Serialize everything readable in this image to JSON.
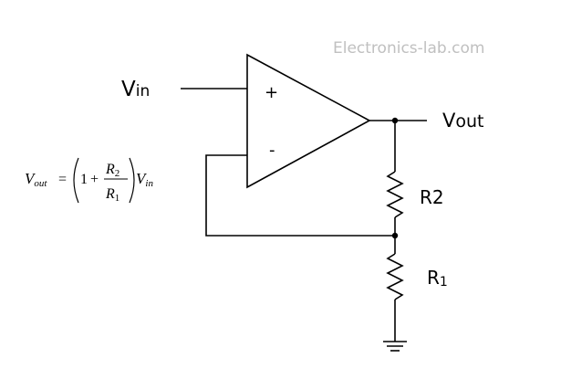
{
  "watermark": "Electronics-lab.com",
  "labels": {
    "vin_main": "V",
    "vin_sub": "in",
    "vout_main": "V",
    "vout_sub": "out",
    "plus": "+",
    "minus": "-",
    "r2": "R2",
    "r1_main": "R",
    "r1_sub": "1"
  },
  "formula": {
    "lhs_var": "V",
    "lhs_sub": "out",
    "equals": "=",
    "one": "1",
    "plus": "+",
    "num_var": "R",
    "num_sub": "2",
    "den_var": "R",
    "den_sub": "1",
    "rhs_var": "V",
    "rhs_sub": "in"
  },
  "colors": {
    "line": "#000000",
    "watermark": "#c0c0c0",
    "text": "#000000"
  }
}
